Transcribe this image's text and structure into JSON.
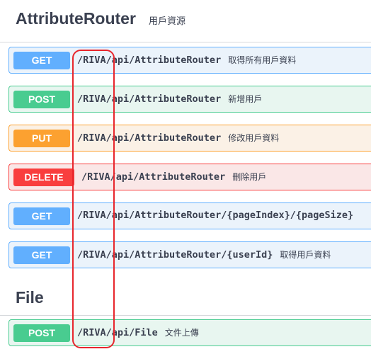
{
  "sections": [
    {
      "title": "AttributeRouter",
      "description": "用戶資源",
      "operations": [
        {
          "method": "GET",
          "path": "/RIVA/api/AttributeRouter",
          "summary": "取得所有用戶資料"
        },
        {
          "method": "POST",
          "path": "/RIVA/api/AttributeRouter",
          "summary": "新增用戶"
        },
        {
          "method": "PUT",
          "path": "/RIVA/api/AttributeRouter",
          "summary": "修改用戶資料"
        },
        {
          "method": "DELETE",
          "path": "/RIVA/api/AttributeRouter",
          "summary": "刪除用戶"
        },
        {
          "method": "GET",
          "path": "/RIVA/api/AttributeRouter/{pageIndex}/{pageSize}",
          "summary": ""
        },
        {
          "method": "GET",
          "path": "/RIVA/api/AttributeRouter/{userId}",
          "summary": "取得用戶資料"
        }
      ]
    },
    {
      "title": "File",
      "description": "",
      "operations": [
        {
          "method": "POST",
          "path": "/RIVA/api/File",
          "summary": "文件上傳"
        }
      ]
    }
  ],
  "colors": {
    "get": "#61affe",
    "post": "#49cc90",
    "put": "#fca130",
    "delete": "#f93e3e",
    "highlight": "#e8262d"
  }
}
